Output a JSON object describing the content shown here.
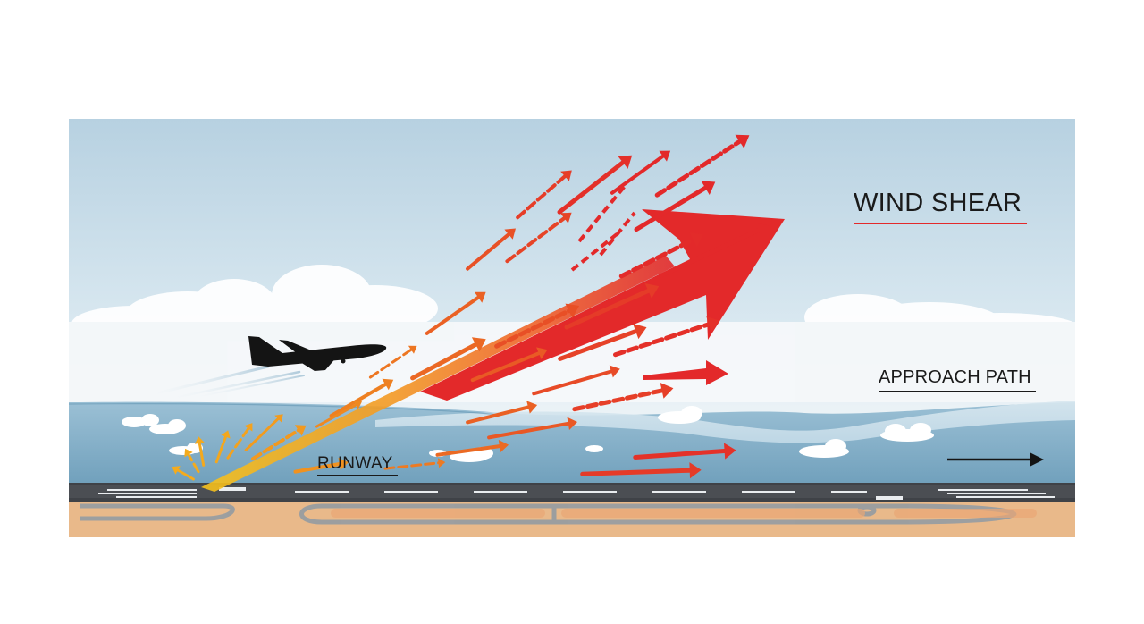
{
  "labels": {
    "title": "WIND SHEAR",
    "approach": "APPROACH PATH",
    "runway": "RUNWAY"
  },
  "icons": {
    "aircraft": "airplane-silhouette-icon",
    "direction": "right-arrow-icon"
  },
  "colors": {
    "sky_top": "#b9d3e2",
    "sky_bottom": "#f4f7f9",
    "water": "#8db7cf",
    "runway": "#4a4d52",
    "sand": "#e9b98a",
    "accent_red": "#e3292a",
    "accent_orange": "#f08a28",
    "accent_yellow": "#f5b21c",
    "title_underline": "#e3292a",
    "ink": "#1a1a1a"
  }
}
